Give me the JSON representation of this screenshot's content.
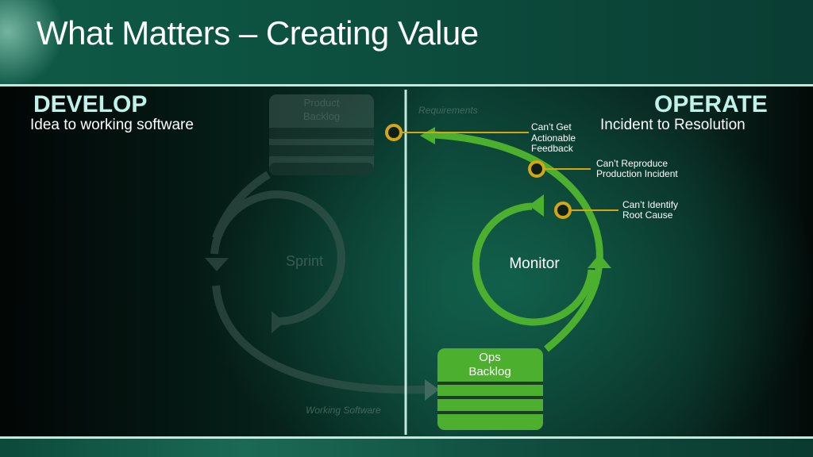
{
  "slide": {
    "title": "What Matters – Creating Value"
  },
  "develop": {
    "heading": "DEVELOP",
    "subtitle": "Idea to working software",
    "product_backlog_label": [
      "Product",
      "Backlog"
    ],
    "sprint_label": "Sprint",
    "requirements_label": "Requirements",
    "working_software_label": "Working Software"
  },
  "operate": {
    "heading": "OPERATE",
    "subtitle": "Incident to Resolution",
    "monitor_label": "Monitor",
    "ops_backlog_label": [
      "Ops",
      "Backlog"
    ]
  },
  "callouts": [
    {
      "lines": [
        "Can’t Get",
        "Actionable",
        "Feedback"
      ]
    },
    {
      "lines": [
        "Can’t Reproduce",
        "Production Incident"
      ]
    },
    {
      "lines": [
        "Can’t Identify",
        "Root Cause"
      ]
    }
  ],
  "colors": {
    "green": "#4caf2e",
    "faded": "#3f5b53",
    "marker_ring": "#d4a514",
    "divider": "#bfe9dc"
  }
}
